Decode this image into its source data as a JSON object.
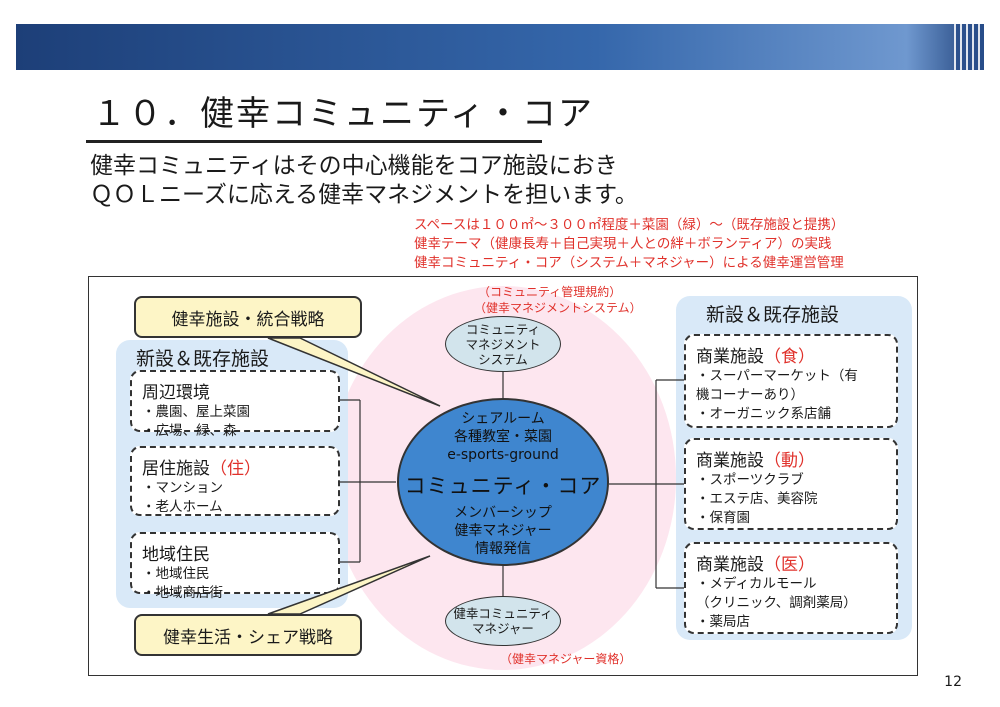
{
  "header": {
    "title": "１０．健幸コミュニティ・コア"
  },
  "intro": [
    "健幸コミュニティはその中心機能をコア施設におき",
    "ＱＯＬニーズに応える健幸マネジメントを担います。"
  ],
  "notes": [
    "スペースは１００㎡～３００㎡程度＋菜園（緑）～（既存施設と提携）",
    "健幸テーマ（健康長寿＋自己実現＋人との絆＋ボランティア）の実践",
    "健幸コミュニティ・コア（システム＋マネジャー）による健幸運営管理"
  ],
  "left": {
    "strategy_top": "健幸施設・統合戦略",
    "panel_title": "新設＆既存施設",
    "boxes": [
      {
        "title": "周辺環境",
        "tag": "",
        "items": [
          "・農園、屋上菜園",
          "・広場、緑、森"
        ]
      },
      {
        "title": "居住施設",
        "tag": "（住）",
        "items": [
          "・マンション",
          "・老人ホーム"
        ]
      },
      {
        "title": "地域住民",
        "tag": "",
        "items": [
          "・地域住民",
          "・地域商店街"
        ]
      }
    ],
    "strategy_bottom": "健幸生活・シェア戦略"
  },
  "center": {
    "top_label_1": "（コミュニティ管理規約）",
    "top_label_2": "（健幸マネジメントシステム）",
    "top_ellipse": [
      "コミュニティ",
      "マネジメント",
      "システム"
    ],
    "core_upper": [
      "シェアルーム",
      "各種教室・菜園",
      "e-sports-ground"
    ],
    "core_main": "コミュニティ・コア",
    "core_lower": [
      "メンバーシップ",
      "健幸マネジャー",
      "情報発信"
    ],
    "bottom_ellipse": [
      "健幸コミュニティ",
      "マネジャー"
    ],
    "bottom_label": "（健幸マネジャー資格）"
  },
  "right": {
    "panel_title": "新設＆既存施設",
    "boxes": [
      {
        "title": "商業施設",
        "tag": "（食）",
        "items": [
          "・スーパーマーケット（有",
          "機コーナーあり）",
          "・オーガニック系店舗"
        ]
      },
      {
        "title": "商業施設",
        "tag": "（動）",
        "items": [
          "・スポーツクラブ",
          "・エステ店、美容院",
          "・保育園"
        ]
      },
      {
        "title": "商業施設",
        "tag": "（医）",
        "items": [
          "・メディカルモール",
          "（クリニック、調剤薬局）",
          "・薬局店"
        ]
      }
    ]
  },
  "page_number": "12",
  "colors": {
    "banner": "#2a5596",
    "accent_red": "#e0312b",
    "panel": "#d9e9f8",
    "core": "#3f86cf",
    "pink": "#fde6ef",
    "strategy": "#fdf5c6"
  }
}
